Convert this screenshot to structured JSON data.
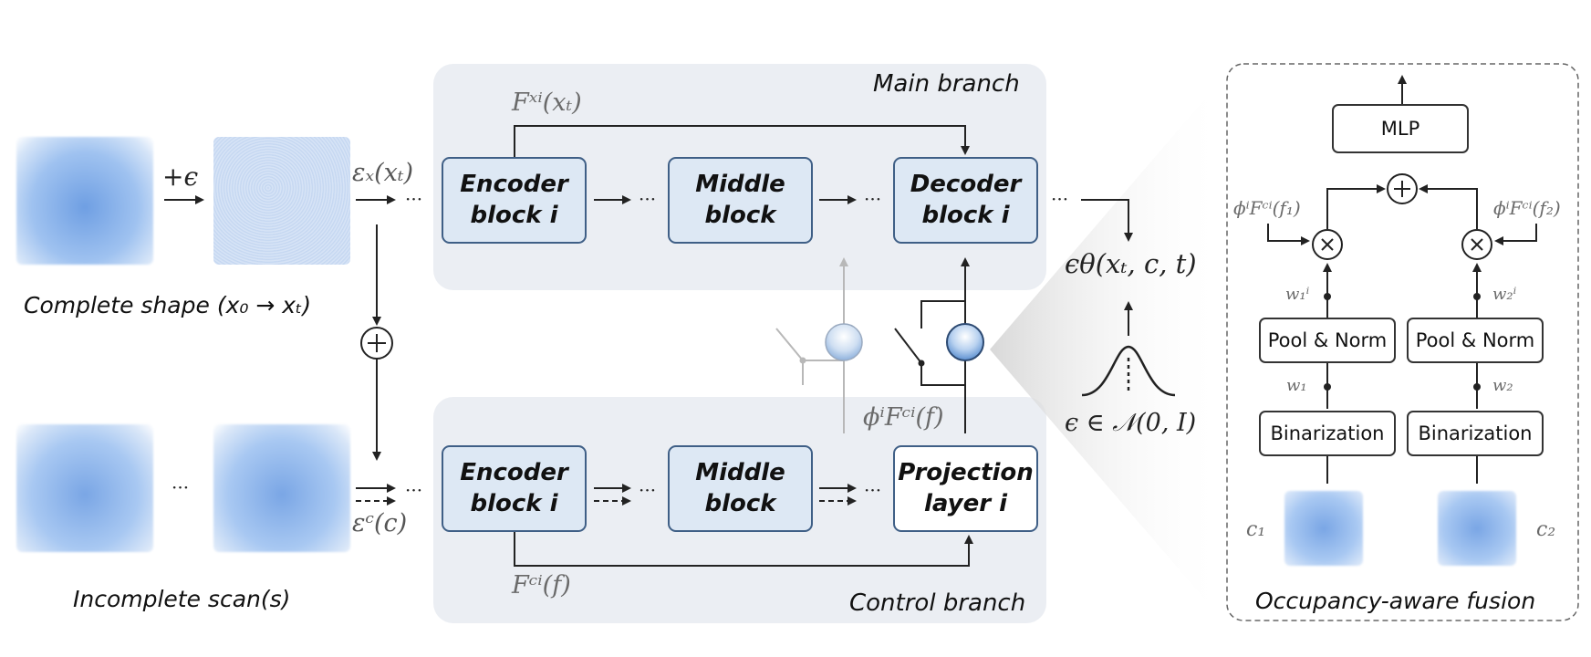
{
  "main_branch": {
    "title": "Main branch",
    "blocks": [
      {
        "line1": "Encoder",
        "line2": "block i"
      },
      {
        "line1": "Middle",
        "line2": "block"
      },
      {
        "line1": "Decoder",
        "line2": "block i"
      }
    ],
    "skip_label": "Fˣⁱ(xₜ)",
    "ellipsis": "···"
  },
  "control_branch": {
    "title": "Control branch",
    "blocks": [
      {
        "line1": "Encoder",
        "line2": "block i"
      },
      {
        "line1": "Middle",
        "line2": "block"
      },
      {
        "line1": "Projection",
        "line2": "layer i"
      }
    ],
    "skip_label": "Fᶜⁱ(f)",
    "projection_output_label": "ϕⁱFᶜⁱ(f)"
  },
  "inputs": {
    "complete_shape_label": "Complete shape (x₀ → xₜ)",
    "noise_label": "+ϵ",
    "incomplete_scans_label": "Incomplete scan(s)",
    "scan_ellipsis": "···",
    "encoder_x_label": "εₓ(xₜ)",
    "encoder_c_label": "εᶜ(c)"
  },
  "output": {
    "prediction_label": "ϵθ(xₜ, c, t)",
    "noise_dist_label": "ϵ ∈ 𝒩(0, I)"
  },
  "fusion": {
    "title": "Occupancy-aware fusion",
    "mlp_label": "MLP",
    "pool_norm_label": "Pool & Norm",
    "binarization_label": "Binarization",
    "feature_1_label": "ϕⁱFᶜⁱ(f₁)",
    "feature_2_label": "ϕⁱFᶜⁱ(f₂)",
    "weight_1_label": "w₁",
    "weight_2_label": "w₂",
    "weight_1i_label": "w₁ⁱ",
    "weight_2i_label": "w₂ⁱ",
    "cond_1_label": "c₁",
    "cond_2_label": "c₂"
  },
  "colors": {
    "block_fill": "#dde8f4",
    "block_border": "#3f5f86",
    "panel_fill": "#ebeef3",
    "shape_blue": "#8fb6ec"
  }
}
